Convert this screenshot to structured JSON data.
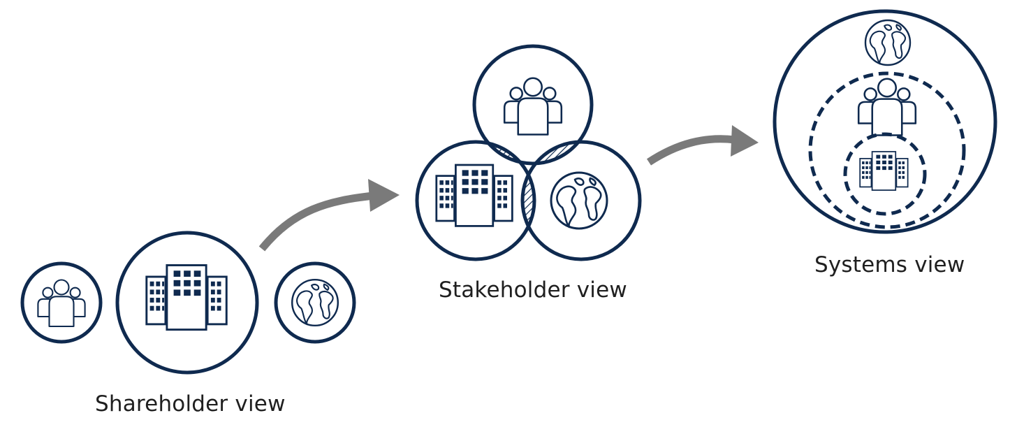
{
  "views": [
    {
      "id": "shareholder",
      "label": "Shareholder view"
    },
    {
      "id": "stakeholder",
      "label": "Stakeholder view"
    },
    {
      "id": "systems",
      "label": "Systems view"
    }
  ],
  "colors": {
    "navy": "#0f2a4f",
    "arrow": "#7a7a7a",
    "text": "#1f1f1f",
    "background": "#ffffff"
  },
  "icons": [
    "people-icon",
    "buildings-icon",
    "globe-icon"
  ]
}
